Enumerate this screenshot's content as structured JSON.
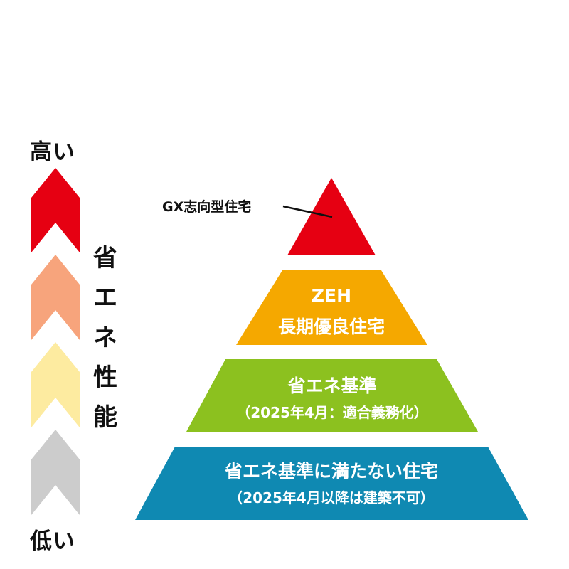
{
  "scale": {
    "high_label": "高い",
    "low_label": "低い",
    "title_chars": [
      "省",
      "エ",
      "ネ",
      "性",
      "能"
    ],
    "arrow_colors": [
      "#e60012",
      "#f7a47c",
      "#fdeba0",
      "#cccccc"
    ]
  },
  "pyramid": {
    "callout": "GX志向型住宅",
    "tiers": [
      {
        "color": "#e60012",
        "lines": []
      },
      {
        "color": "#f5a800",
        "lines": [
          "ZEH",
          "長期優良住宅"
        ]
      },
      {
        "color": "#8cc11f",
        "lines": [
          "省エネ基準",
          "（2025年4月：適合義務化）"
        ]
      },
      {
        "color": "#0f89b2",
        "lines": [
          "省エネ基準に満たない住宅",
          "（2025年4月以降は建築不可）"
        ]
      }
    ]
  }
}
